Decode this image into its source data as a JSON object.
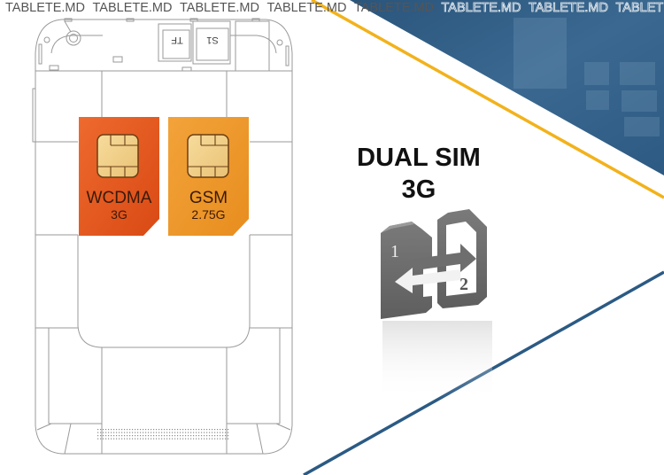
{
  "watermark": {
    "text": "TABLETE.MD",
    "repeat_count": 8
  },
  "headline": {
    "line1": "DUAL SIM",
    "line2": "3G"
  },
  "device": {
    "slot_labels": {
      "tf": "TF",
      "sim1": "S1"
    }
  },
  "sim_cards": [
    {
      "name": "WCDMA",
      "generation": "3G",
      "color": "#e35a23"
    },
    {
      "name": "GSM",
      "generation": "2.75G",
      "color": "#ee9a2c"
    }
  ],
  "dual_sim_icon": {
    "label_1": "1",
    "label_2": "2",
    "color": "#6b6b6b"
  },
  "colors": {
    "blue_panel": "#2f5a80",
    "yellow_stripe": "#f2b21c",
    "blue_stripe": "#2b5a84",
    "chip": "#f2d18a",
    "chip_outline": "#6b3e14"
  }
}
